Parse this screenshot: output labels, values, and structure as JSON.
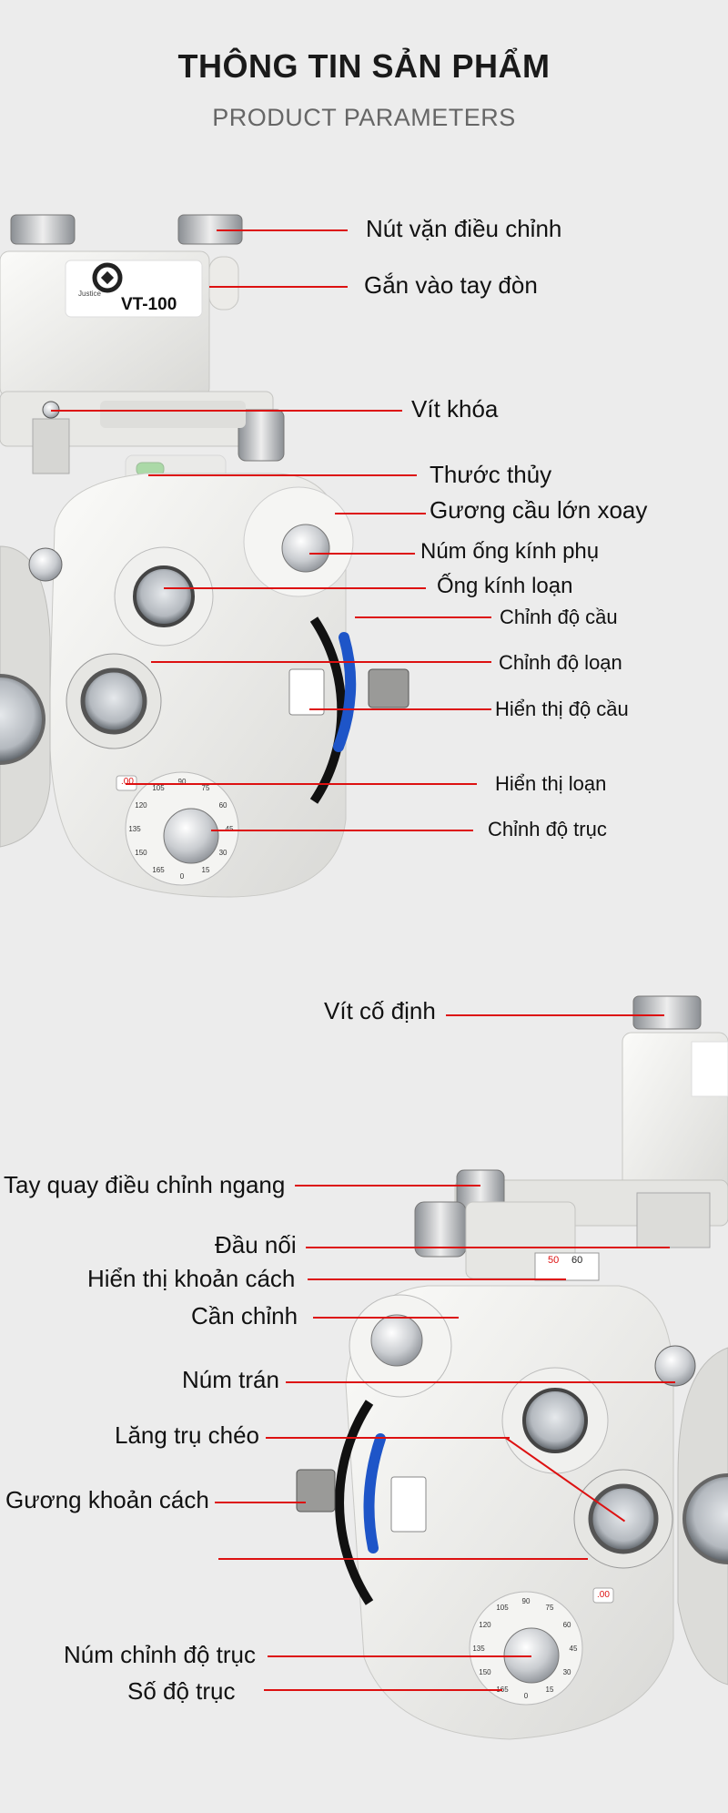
{
  "header": {
    "title": "THÔNG TIN SẢN PHẨM",
    "subtitle": "PRODUCT PARAMETERS"
  },
  "device": {
    "model": "VT-100",
    "brand": "Justice",
    "axis_scale": [
      "120",
      "105",
      "90",
      "75",
      "60",
      "45",
      "30",
      "15",
      "0",
      "165",
      "150",
      "135"
    ],
    "sphere_window": ".00",
    "pd_scale": [
      "50",
      "60"
    ]
  },
  "labels_top": [
    "Nút vặn điều chỉnh",
    "Gắn vào tay đòn",
    "Vít khóa",
    "Thước thủy",
    "Gương cầu lớn xoay",
    "Núm ống kính phụ",
    "Ống kính loạn",
    "Chỉnh độ cầu",
    "Chỉnh độ loạn",
    "Hiển thị độ cầu",
    "Hiển thị loạn",
    "Chỉnh độ trục"
  ],
  "labels_bottom": [
    "Vít cố định",
    "Tay quay điều chỉnh ngang",
    "Đầu nối",
    "Hiển thị khoản cách",
    "Cần chỉnh",
    "Núm trán",
    "Lăng trụ chéo",
    "Gương khoản cách",
    "Núm chỉnh độ trục",
    "Số độ trục"
  ],
  "colors": {
    "background": "#ececec",
    "leader_line": "#dd1111",
    "device_body": "#f2f2f0",
    "accent_blue": "#1e55c8"
  }
}
